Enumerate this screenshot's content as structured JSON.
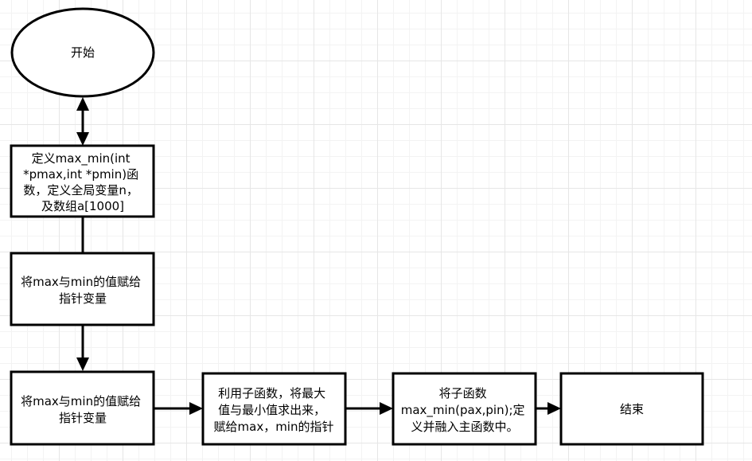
{
  "nodes": {
    "start": {
      "lines": [
        "开始"
      ]
    },
    "define": {
      "lines": [
        "定义max_min(int",
        "*pmax,int *pmin)函",
        "数，定义全局变量n，",
        "及数组a[1000]"
      ]
    },
    "assign1": {
      "lines": [
        "将max与min的值赋给",
        "指针变量"
      ]
    },
    "assign2": {
      "lines": [
        "将max与min的值赋给",
        "指针变量"
      ]
    },
    "subfunc": {
      "lines": [
        "利用子函数，将最大",
        "值与最小值求出来，",
        "赋给max，min的指针"
      ]
    },
    "merge": {
      "lines": [
        "将子函数",
        "max_min(pax,pin);定",
        "义并融入主函数中。"
      ]
    },
    "end": {
      "lines": [
        "结束"
      ]
    }
  }
}
